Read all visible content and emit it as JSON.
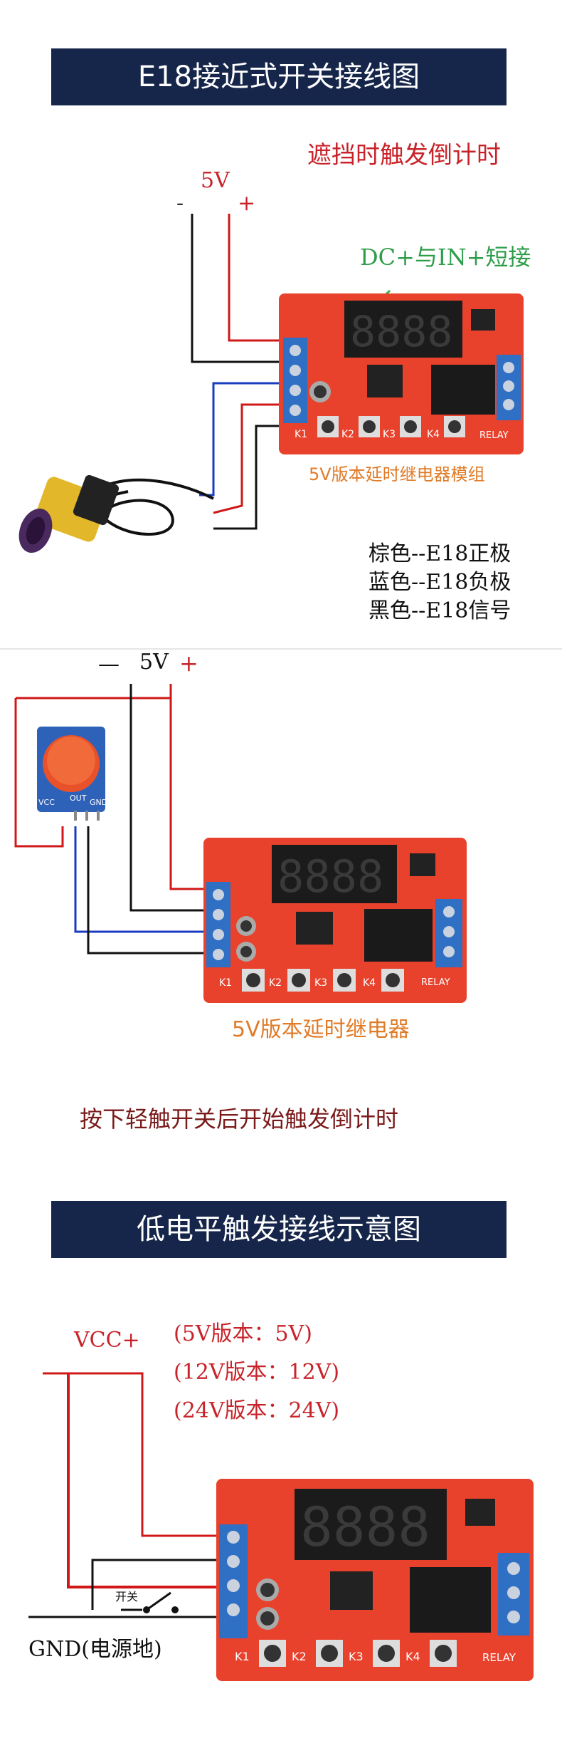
{
  "section1": {
    "title": "E18接近式开关接线图",
    "subtitle": "遮挡时触发倒计时",
    "voltage": "5V",
    "minus": "-",
    "plus": "+",
    "note_short": "DC+与IN+短接",
    "module_label": "5V版本延时继电器模组",
    "legend": [
      "棕色--E18正极",
      "蓝色--E18负极",
      "黑色--E18信号"
    ]
  },
  "section2": {
    "voltage": "5V",
    "minus": "—",
    "plus": "+",
    "pins": [
      "VCC",
      "OUT",
      "GND"
    ],
    "module_label": "5V版本延时继电器",
    "caption": "按下轻触开关后开始触发倒计时"
  },
  "section3": {
    "title": "低电平触发接线示意图",
    "vcc_label": "VCC+",
    "versions": [
      "(5V版本：5V)",
      "(12V版本：12V)",
      "(24V版本：24V)"
    ],
    "switch_label": "开关",
    "gnd_label": "GND(电源地)"
  },
  "board": {
    "keys": [
      "K1",
      "K2",
      "K3",
      "K4"
    ],
    "relay_label": "RELAY",
    "display": "8.8.8.8"
  },
  "colors": {
    "banner_bg": "#16264a",
    "board_red": "#e8412c",
    "terminal_blue": "#2f6fc4",
    "wire_red": "#d01818",
    "wire_blue": "#1a3cc0",
    "wire_green": "#39b24a"
  }
}
